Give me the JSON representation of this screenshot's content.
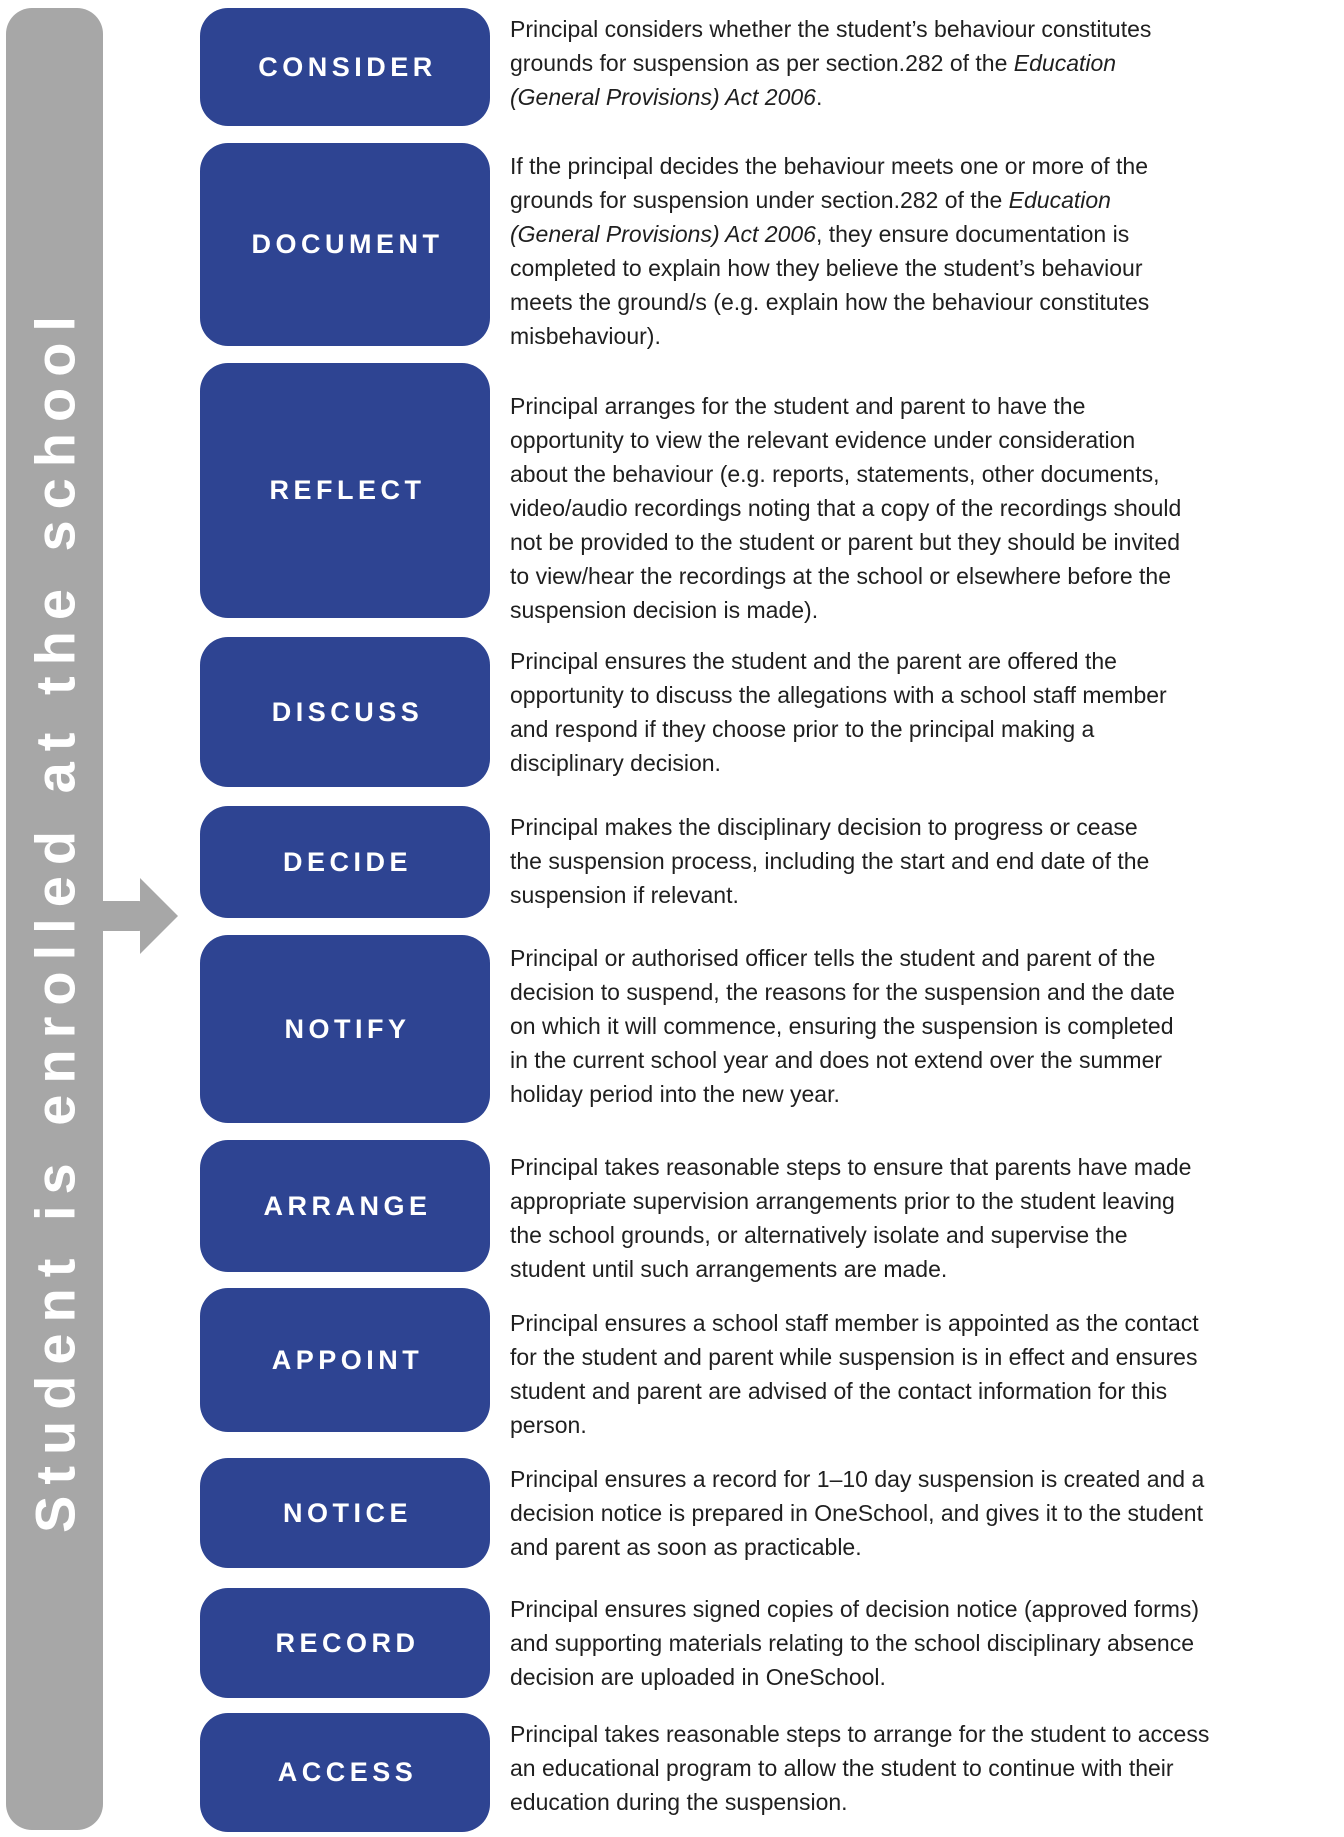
{
  "colors": {
    "blue": "#2e4492",
    "gray": "#a7a7a7",
    "ink": "#1f1f1f",
    "label": "#ffffff"
  },
  "rail": {
    "label": "Student is enrolled at the school"
  },
  "steps": [
    {
      "label": "CONSIDER",
      "parts": [
        {
          "t": "Principal considers whether the student’s behaviour constitutes"
        },
        {
          "br": true
        },
        {
          "t": "grounds for suspension as per section.282 of the "
        },
        {
          "t": "Education",
          "i": true
        },
        {
          "br": true
        },
        {
          "t": "(General Provisions) Act 2006",
          "i": true
        },
        {
          "t": "."
        }
      ]
    },
    {
      "label": "DOCUMENT",
      "parts": [
        {
          "t": "If the principal decides the behaviour meets one or more of the"
        },
        {
          "br": true
        },
        {
          "t": "grounds for suspension under section.282 of the "
        },
        {
          "t": "Education",
          "i": true
        },
        {
          "br": true
        },
        {
          "t": "(General Provisions) Act 2006",
          "i": true
        },
        {
          "t": ", they ensure documentation is"
        },
        {
          "br": true
        },
        {
          "t": "completed to explain how they believe the student’s behaviour"
        },
        {
          "br": true
        },
        {
          "t": "meets the ground/s (e.g. explain how the behaviour constitutes"
        },
        {
          "br": true
        },
        {
          "t": "misbehaviour)."
        }
      ]
    },
    {
      "label": "REFLECT",
      "parts": [
        {
          "t": "Principal arranges for the student and parent to have the"
        },
        {
          "br": true
        },
        {
          "t": "opportunity to view the relevant evidence under consideration"
        },
        {
          "br": true
        },
        {
          "t": "about the behaviour (e.g. reports, statements, other documents,"
        },
        {
          "br": true
        },
        {
          "t": "video/audio recordings noting that a copy of the recordings should"
        },
        {
          "br": true
        },
        {
          "t": "not be provided to the student or parent but they should be invited"
        },
        {
          "br": true
        },
        {
          "t": "to view/hear the recordings at the school or elsewhere before the"
        },
        {
          "br": true
        },
        {
          "t": "suspension decision is made)."
        }
      ]
    },
    {
      "label": "DISCUSS",
      "parts": [
        {
          "t": "Principal ensures the student and the parent are offered the"
        },
        {
          "br": true
        },
        {
          "t": "opportunity to discuss the allegations with a school staff member"
        },
        {
          "br": true
        },
        {
          "t": "and respond if they choose prior to the principal making a"
        },
        {
          "br": true
        },
        {
          "t": "disciplinary decision."
        }
      ]
    },
    {
      "label": "DECIDE",
      "parts": [
        {
          "t": "Principal makes the disciplinary decision to progress or cease"
        },
        {
          "br": true
        },
        {
          "t": "the suspension process, including the start and end date of the"
        },
        {
          "br": true
        },
        {
          "t": "suspension if relevant."
        }
      ]
    },
    {
      "label": "NOTIFY",
      "parts": [
        {
          "t": "Principal or authorised officer tells the student and parent of the"
        },
        {
          "br": true
        },
        {
          "t": "decision to suspend, the reasons for the suspension and the date"
        },
        {
          "br": true
        },
        {
          "t": "on which it will commence, ensuring the suspension is completed"
        },
        {
          "br": true
        },
        {
          "t": "in the current school year and does not extend over the summer"
        },
        {
          "br": true
        },
        {
          "t": "holiday period into the new year."
        }
      ]
    },
    {
      "label": "ARRANGE",
      "parts": [
        {
          "t": "Principal takes reasonable steps to ensure that parents have made"
        },
        {
          "br": true
        },
        {
          "t": "appropriate supervision arrangements prior to the student leaving"
        },
        {
          "br": true
        },
        {
          "t": "the school grounds, or alternatively isolate and supervise the"
        },
        {
          "br": true
        },
        {
          "t": "student until such arrangements are made."
        }
      ]
    },
    {
      "label": "APPOINT",
      "parts": [
        {
          "t": "Principal ensures a school staff member is appointed as the contact"
        },
        {
          "br": true
        },
        {
          "t": "for the student and parent while suspension is in effect and ensures"
        },
        {
          "br": true
        },
        {
          "t": "student and parent are advised of the contact information for this"
        },
        {
          "br": true
        },
        {
          "t": "person."
        }
      ]
    },
    {
      "label": "NOTICE",
      "parts": [
        {
          "t": "Principal ensures a record for 1–10 day suspension is created and a"
        },
        {
          "br": true
        },
        {
          "t": "decision notice is prepared in OneSchool, and gives it to the student"
        },
        {
          "br": true
        },
        {
          "t": "and parent as soon as practicable."
        }
      ]
    },
    {
      "label": "RECORD",
      "parts": [
        {
          "t": "Principal ensures signed copies of decision notice (approved forms)"
        },
        {
          "br": true
        },
        {
          "t": "and supporting materials relating to the school disciplinary absence"
        },
        {
          "br": true
        },
        {
          "t": "decision are uploaded in OneSchool."
        }
      ]
    },
    {
      "label": "ACCESS",
      "parts": [
        {
          "t": "Principal takes reasonable steps to arrange for the student to access"
        },
        {
          "br": true
        },
        {
          "t": "an educational program to allow the student to continue with their"
        },
        {
          "br": true
        },
        {
          "t": "education during the suspension."
        }
      ]
    }
  ]
}
